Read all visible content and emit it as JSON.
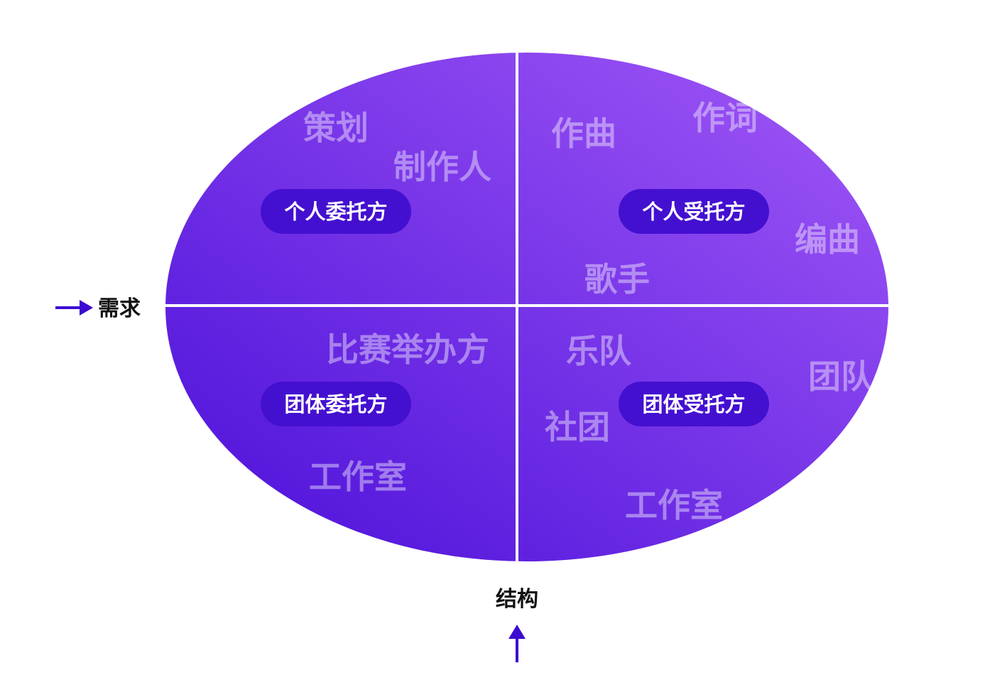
{
  "axes": {
    "horizontal_label": "需求",
    "vertical_label": "结构"
  },
  "quadrants": {
    "top_left": {
      "label": "个人委托方",
      "words": [
        "策划",
        "制作人"
      ]
    },
    "top_right": {
      "label": "个人受托方",
      "words": [
        "作曲",
        "作词",
        "编曲",
        "歌手"
      ]
    },
    "bottom_left": {
      "label": "团体委托方",
      "words": [
        "比赛举办方",
        "工作室"
      ]
    },
    "bottom_right": {
      "label": "团体受托方",
      "words": [
        "乐队",
        "团队",
        "社团",
        "工作室"
      ]
    }
  },
  "colors": {
    "gradient_dark": "#4a0fd8",
    "gradient_light": "#a259f7",
    "pill": "#4410d0",
    "arrow": "#3b0bd0",
    "divider": "#ffffff"
  }
}
